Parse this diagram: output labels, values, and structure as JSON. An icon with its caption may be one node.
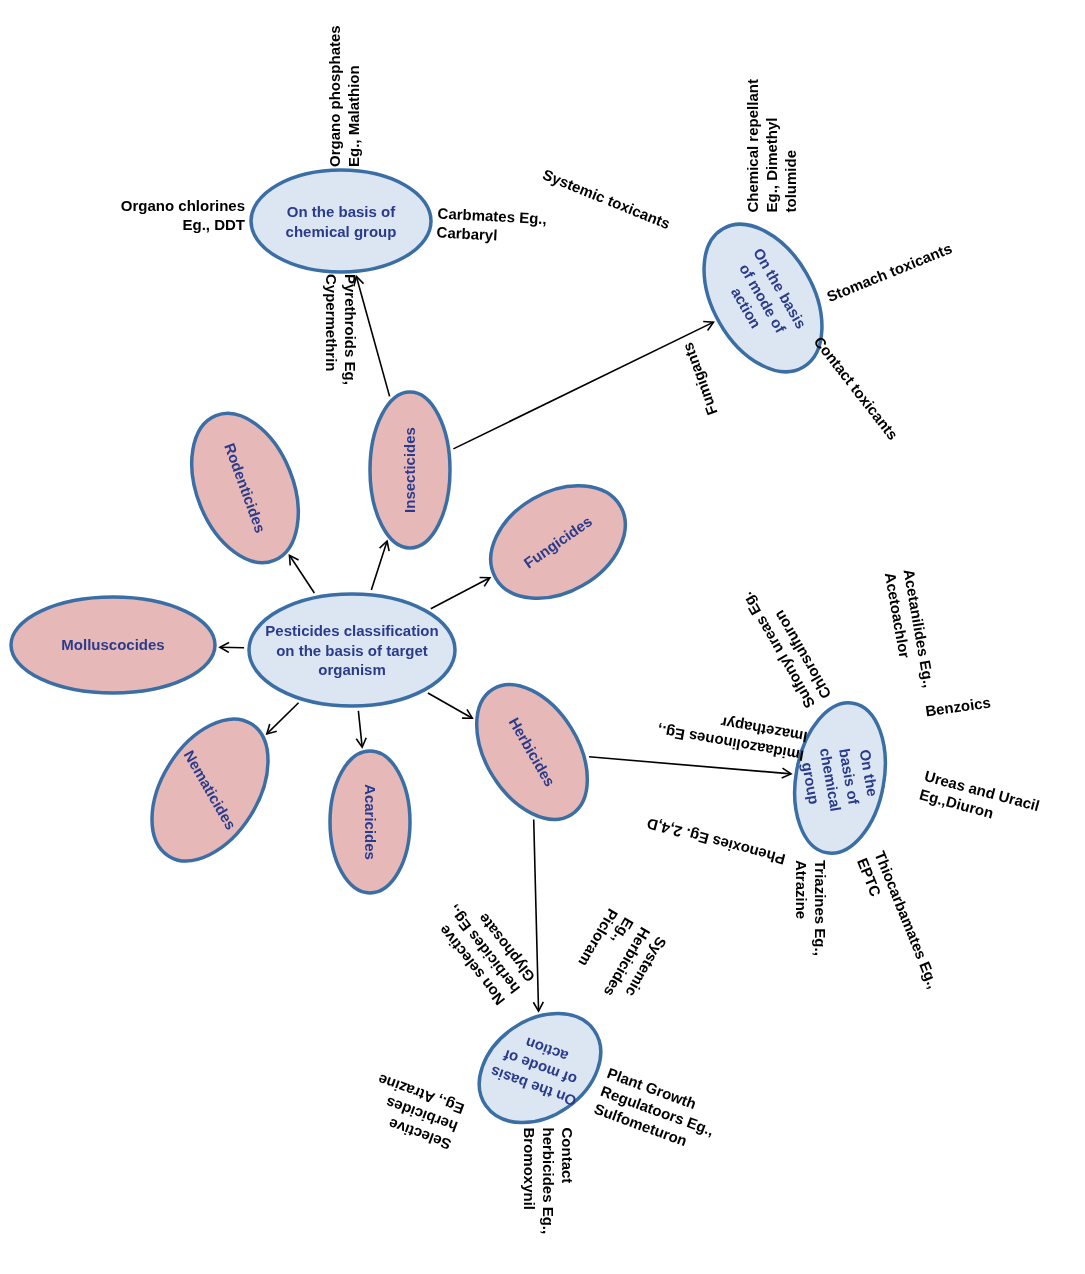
{
  "diagram": {
    "nodes": [
      {
        "text": [
          "Pesticides classification on the basis of target organism"
        ]
      },
      {
        "text": [
          "Rodenticides"
        ]
      },
      {
        "text": [
          "Insecticides"
        ]
      },
      {
        "text": [
          "Fungicides"
        ]
      },
      {
        "text": [
          "Molluscocides"
        ]
      },
      {
        "text": [
          "Nematicides"
        ]
      },
      {
        "text": [
          "Acaricides"
        ]
      },
      {
        "text": [
          "Herbicides"
        ]
      },
      {
        "text": [
          "On the basis of chemical group"
        ],
        "beside": [
          "Organo phosphates Eg., Malathion",
          "Organo chlorines Eg., DDT",
          "Carbmates Eg., Carbaryl",
          "Pyrethroids Eg, Cypermethrin"
        ]
      },
      {
        "text": [
          "On the basis of mode of action"
        ],
        "beside": [
          "Chemical repellant Eg., Dimethyl tolumide",
          "Systemic toxicants",
          "Stomach toxicants",
          "Fumigants",
          "Contact toxicants"
        ]
      },
      {
        "text": [
          "On the basis of chemical group"
        ],
        "beside": [
          "Acetanilides Eg., Acetoachlor",
          "Sulfonyl ureas Eg. Chlorsulfuron",
          "Imidaazolinones Eg., Imazethapyr",
          "Benzoics",
          "Ureas and Uracil Eg.,Diuron",
          "Phenoxies Eg. 2,4,D",
          "Triazines Eg., Atrazine",
          "Thiocarbamates Eg., EPTC"
        ]
      },
      {
        "text": [
          "On the basis of mode of action"
        ],
        "beside": [
          "Non selective herbicides Eg., Glyphosate",
          "Systemic Herbicides Eg., Picloram",
          "Plant Growth Regulatoors Eg., Sulfometuron",
          "Selective herbicides Eg., Atrazine",
          "Contact herbicides Eg., Bromoxynil"
        ]
      }
    ],
    "edges": [
      {
        "from": 0,
        "to": 1,
        "arrow": "to"
      },
      {
        "from": 0,
        "to": 2,
        "arrow": "to"
      },
      {
        "from": 0,
        "to": 3,
        "arrow": "to"
      },
      {
        "from": 0,
        "to": 4,
        "arrow": "to"
      },
      {
        "from": 0,
        "to": 5,
        "arrow": "to"
      },
      {
        "from": 0,
        "to": 6,
        "arrow": "to"
      },
      {
        "from": 0,
        "to": 7,
        "arrow": "to"
      },
      {
        "from": 2,
        "to": 8,
        "arrow": "to"
      },
      {
        "from": 2,
        "to": 9,
        "arrow": "to"
      },
      {
        "from": 7,
        "to": 10,
        "arrow": "to"
      },
      {
        "from": 7,
        "to": 11,
        "arrow": "to"
      }
    ]
  }
}
